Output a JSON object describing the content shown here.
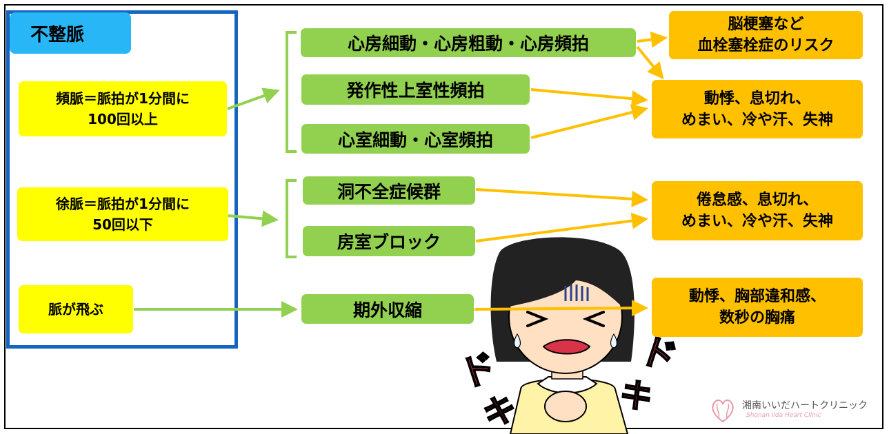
{
  "title": "不整脈",
  "left": {
    "tachy": "頻脈＝脈拍が1分間に\n100回以上",
    "brady": "徐脈＝脈拍が1分間に\n50回以下",
    "skip": "脈が飛ぶ"
  },
  "middle": {
    "af": "心房細動・心房粗動・心房頻拍",
    "psvt": "発作性上室性頻拍",
    "vf": "心室細動・心室頻拍",
    "sss": "洞不全症候群",
    "avb": "房室ブロック",
    "pvc": "期外収縮"
  },
  "right": {
    "stroke": "脳梗塞など\n血栓塞栓症のリスク",
    "symp1": "動悸、息切れ、\nめまい、冷や汗、失神",
    "symp2": "倦怠感、息切れ、\nめまい、冷や汗、失神",
    "symp3": "動悸、胸部違和感、\n数秒の胸痛"
  },
  "sfx": [
    "ド",
    "キ",
    "ド",
    "キ"
  ],
  "logo": {
    "name": "湘南いいだハートクリニック",
    "sub": "Shonan Iida Heart Clinic"
  },
  "colors": {
    "panel_border": "#1565c0",
    "title_bg": "#29b6f6",
    "left_bg": "#ffff00",
    "middle_bg": "#92d050",
    "right_bg": "#ffc000",
    "green_arrow": "#92d050",
    "orange_arrow": "#ffc000"
  }
}
